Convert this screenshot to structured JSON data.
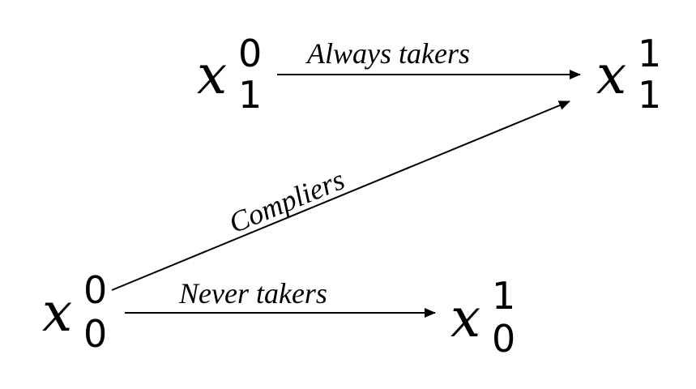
{
  "nodes": {
    "x10": {
      "base": "x",
      "sub": "1",
      "sup": "0"
    },
    "x11": {
      "base": "x",
      "sub": "1",
      "sup": "1"
    },
    "x00": {
      "base": "x",
      "sub": "0",
      "sup": "0"
    },
    "x01": {
      "base": "x",
      "sub": "0",
      "sup": "1"
    }
  },
  "edges": {
    "always_takers": "Always takers",
    "compliers": "Compliers",
    "never_takers": "Never takers"
  },
  "colors": {
    "stroke": "#000000",
    "text": "#000000",
    "background": "#ffffff"
  }
}
